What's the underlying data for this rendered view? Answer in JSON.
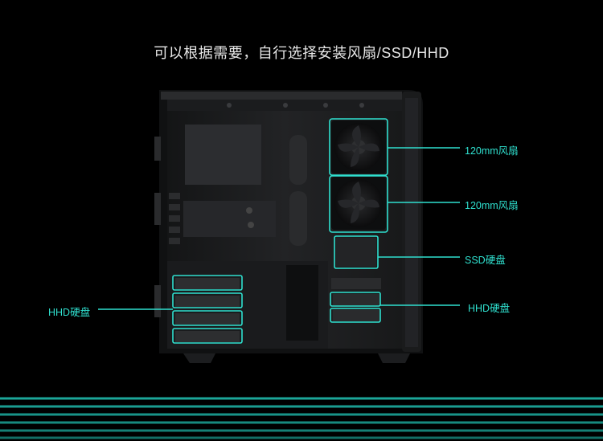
{
  "headline": "可以根据需要，自行选择安装风扇/SSD/HHD",
  "callouts": {
    "fan_top": "120mm风扇",
    "fan_bottom": "120mm风扇",
    "ssd": "SSD硬盘",
    "hhd_right": "HHD硬盘",
    "hhd_left": "HHD硬盘"
  },
  "colors": {
    "accent": "#2fe0cf",
    "background": "#000000",
    "case_body": "#1e1f21"
  }
}
